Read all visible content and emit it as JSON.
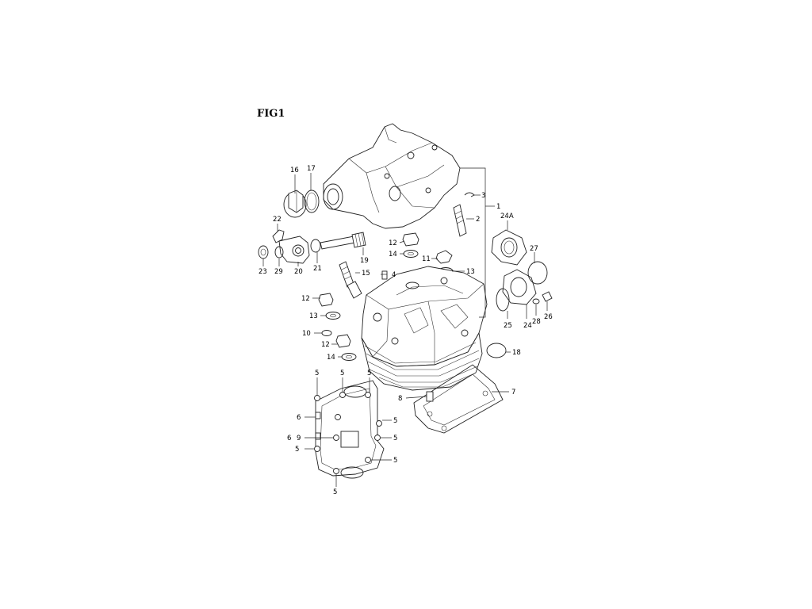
{
  "figure": {
    "title": "FIG1"
  },
  "callouts": {
    "c1": "1",
    "c2": "2",
    "c3": "3",
    "c4": "4",
    "c5a": "5",
    "c5b": "5",
    "c5c": "5",
    "c5d": "5",
    "c5e": "5",
    "c5f": "5",
    "c5g": "5",
    "c5h": "5",
    "c6a": "6",
    "c6b": "6",
    "c7": "7",
    "c8": "8",
    "c9": "9",
    "c10": "10",
    "c11": "11",
    "c12a": "12",
    "c12b": "12",
    "c12c": "12",
    "c13a": "13",
    "c13b": "13",
    "c14a": "14",
    "c14b": "14",
    "c15": "15",
    "c16": "16",
    "c17": "17",
    "c18": "18",
    "c19": "19",
    "c20": "20",
    "c21": "21",
    "c22": "22",
    "c23": "23",
    "c24": "24",
    "c24a": "24A",
    "c25": "25",
    "c26": "26",
    "c27": "27",
    "c28": "28",
    "c29": "29"
  }
}
